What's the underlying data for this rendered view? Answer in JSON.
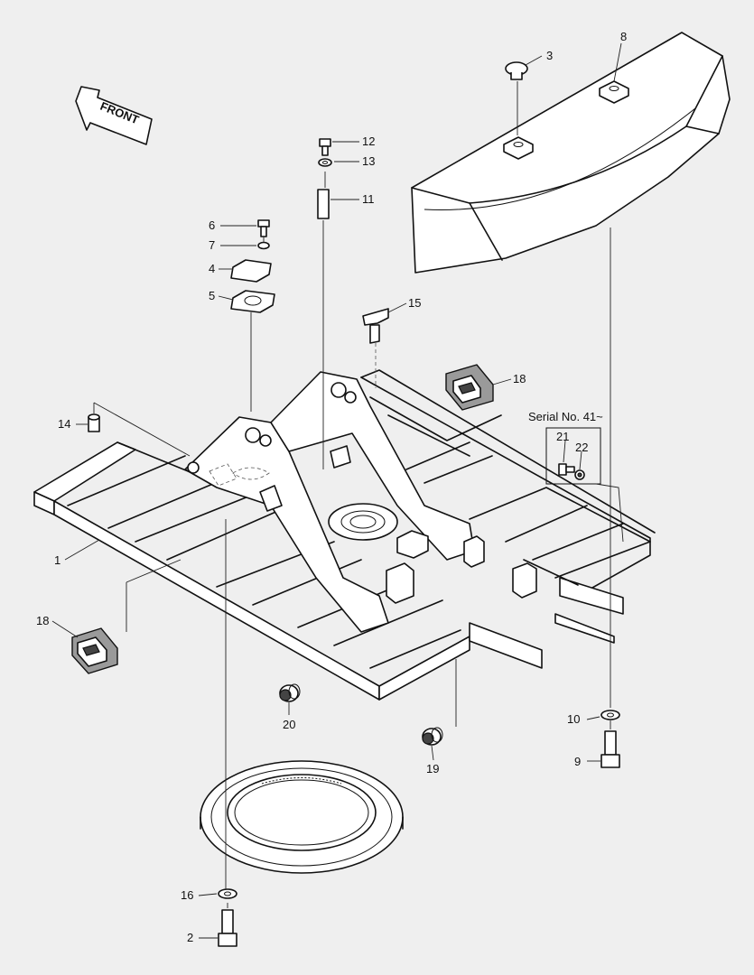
{
  "direction_label": "FRONT",
  "serial_note": "Serial No. 41~",
  "callouts": {
    "c1": "1",
    "c2": "2",
    "c3": "3",
    "c4": "4",
    "c5": "5",
    "c6": "6",
    "c7": "7",
    "c8": "8",
    "c9": "9",
    "c10": "10",
    "c11": "11",
    "c12": "12",
    "c13": "13",
    "c14": "14",
    "c15": "15",
    "c16": "16",
    "c18a": "18",
    "c18b": "18",
    "c19": "19",
    "c20": "20",
    "c21": "21",
    "c22": "22"
  },
  "colors": {
    "line": "#111111",
    "background": "#efefef",
    "shade": "#9a9a9a"
  }
}
